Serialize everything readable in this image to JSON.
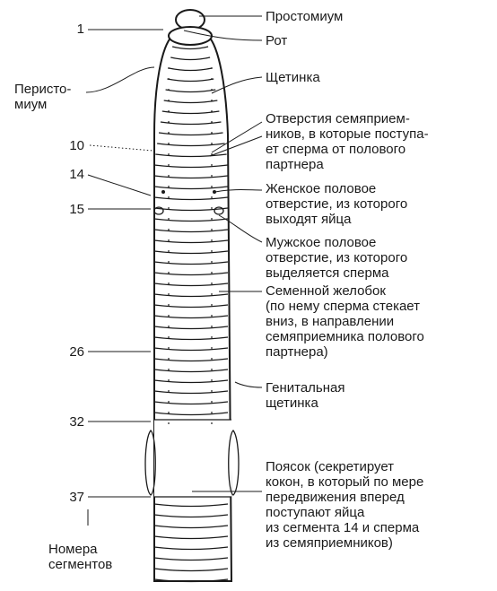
{
  "figure": {
    "labels_right": [
      {
        "id": "prostomium",
        "lines": [
          "Простомиум"
        ]
      },
      {
        "id": "mouth",
        "lines": [
          "Рот"
        ]
      },
      {
        "id": "seta",
        "lines": [
          "Щетинка"
        ]
      },
      {
        "id": "spermathecal-pores",
        "lines": [
          "Отверстия семяприем-",
          "ников, в которые поступа-",
          "ет сперма от полового",
          "партнера"
        ]
      },
      {
        "id": "female-pore",
        "lines": [
          "Женское половое",
          "отверстие, из которого",
          "выходят яйца"
        ]
      },
      {
        "id": "male-pore",
        "lines": [
          "Мужское половое",
          "отверстие, из которого",
          "выделяется сперма"
        ]
      },
      {
        "id": "seminal-groove",
        "lines": [
          "Семенной желобок",
          "(по нему сперма стекает",
          "вниз, в направлении",
          "семяприемника полового",
          "партнера)"
        ]
      },
      {
        "id": "genital-seta",
        "lines": [
          "Генитальная",
          "щетинка"
        ]
      },
      {
        "id": "clitellum",
        "lines": [
          "Поясок (секретирует",
          "кокон, в который по мере",
          "передвижения вперед",
          "поступают яйца",
          "из сегмента 14 и сперма",
          "из семяприемников)"
        ]
      }
    ],
    "labels_left": [
      {
        "id": "peristomium",
        "lines": [
          "Перисто-",
          "миум"
        ]
      },
      {
        "id": "segments-caption",
        "lines": [
          "Номера",
          "сегментов"
        ]
      }
    ],
    "segment_numbers": [
      "1",
      "10",
      "14",
      "15",
      "26",
      "32",
      "37"
    ]
  }
}
